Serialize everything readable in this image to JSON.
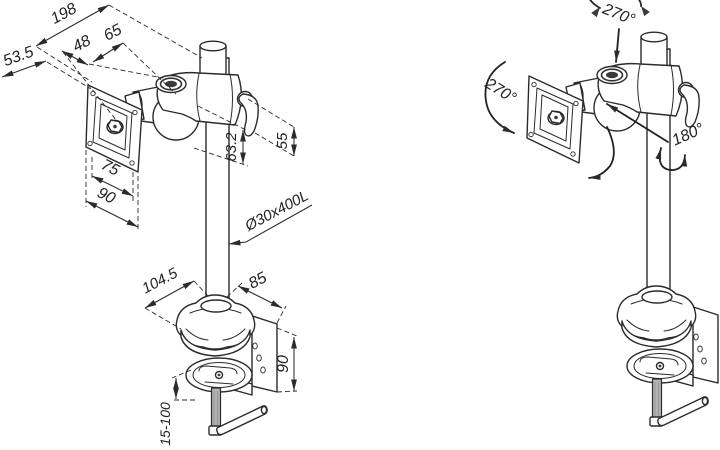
{
  "drawing": {
    "left_view": {
      "dims": {
        "reach_total": "198",
        "plate_depth": "53.5",
        "plate_to_pivot": "48",
        "pivot_to_pole": "65",
        "drop_height": "63.2",
        "lever_height": "55",
        "vesa_spacing": "75",
        "plate_width": "90",
        "pole_spec": "Ø30x400L",
        "base_depth": "104.5",
        "clamp_depth": "85",
        "clamp_height": "90",
        "clamp_range": "15-100"
      }
    },
    "right_view": {
      "angles": {
        "top_swivel": "270°",
        "plate_tilt": "270°",
        "pole_rotate": "180°"
      }
    },
    "colors": {
      "line": "#2b2b2b",
      "background": "#ffffff",
      "screw_fill": "#b3b3b3"
    }
  }
}
